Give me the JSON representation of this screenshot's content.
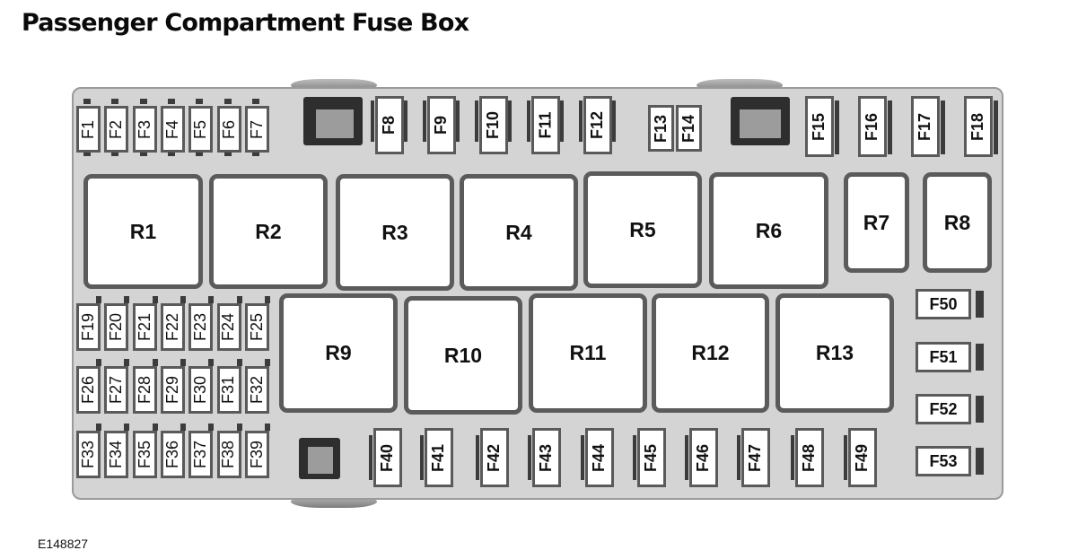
{
  "title": "Passenger Compartment Fuse Box",
  "figure_code": "E148827",
  "fuses_top_left": [
    "F1",
    "F2",
    "F3",
    "F4",
    "F5",
    "F6",
    "F7"
  ],
  "fuses_top_mid": [
    "F8",
    "F9",
    "F10",
    "F11",
    "F12"
  ],
  "fuses_top_small": [
    "F13",
    "F14"
  ],
  "fuses_top_right": [
    "F15",
    "F16",
    "F17",
    "F18"
  ],
  "fuses_grid_row1": [
    "F19",
    "F20",
    "F21",
    "F22",
    "F23",
    "F24",
    "F25"
  ],
  "fuses_grid_row2": [
    "F26",
    "F27",
    "F28",
    "F29",
    "F30",
    "F31",
    "F32"
  ],
  "fuses_grid_row3": [
    "F33",
    "F34",
    "F35",
    "F36",
    "F37",
    "F38",
    "F39"
  ],
  "fuses_bottom": [
    "F40",
    "F41",
    "F42",
    "F43",
    "F44",
    "F45",
    "F46",
    "F47",
    "F48",
    "F49"
  ],
  "fuses_right_column": [
    "F50",
    "F51",
    "F52",
    "F53"
  ],
  "relays_top": [
    "R1",
    "R2",
    "R3",
    "R4",
    "R5",
    "R6",
    "R7",
    "R8"
  ],
  "relays_bottom": [
    "R9",
    "R10",
    "R11",
    "R12",
    "R13"
  ]
}
